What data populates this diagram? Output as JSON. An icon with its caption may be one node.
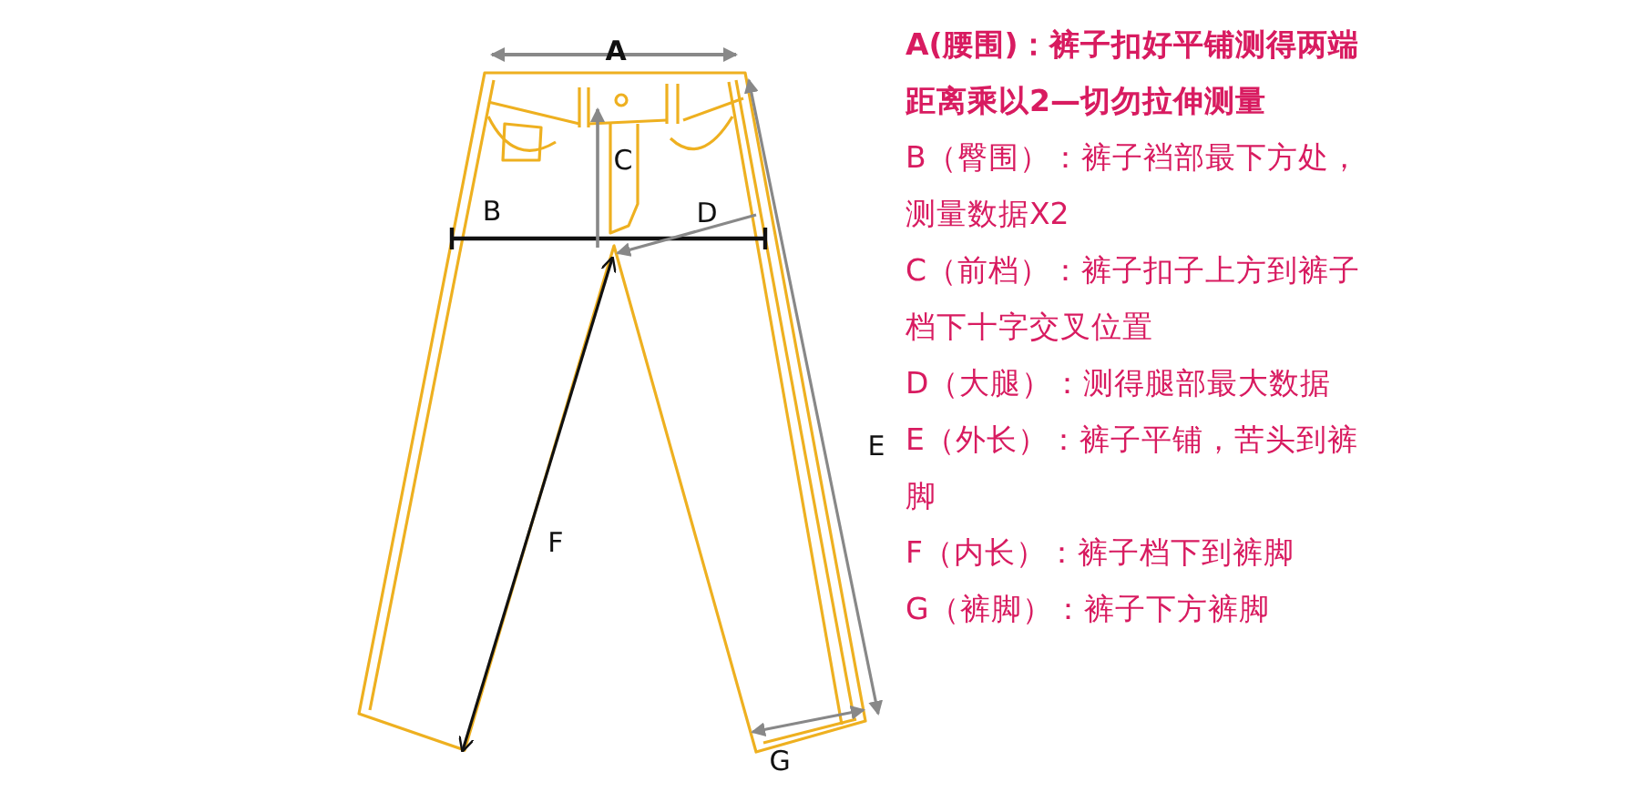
{
  "diagram": {
    "labels": [
      "A",
      "B",
      "C",
      "D",
      "E",
      "F",
      "G",
      "A(腰围)：裤子扣好平铺测得两端距离乘以2—切勿拉伸测量",
      "B（臀围）：裤子裆部最下方处，测量数据X2",
      "C（前档）：裤子扣子上方到裤子档下十字交叉位置",
      "D（大腿）：测得腿部最大数据",
      "E（外长）：裤子平铺，苦头到裤脚",
      "F（内长）：裤子档下到裤脚",
      "G（裤脚）：裤子下方裤脚"
    ]
  }
}
